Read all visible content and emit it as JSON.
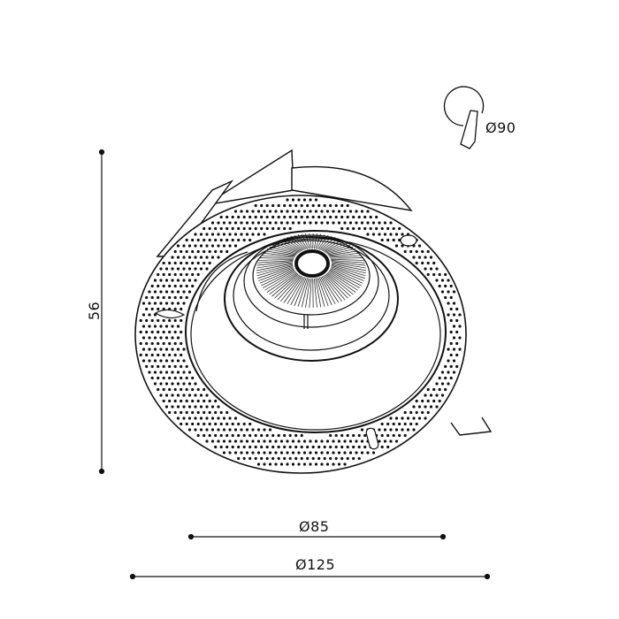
{
  "dimensions": {
    "height": "56",
    "inner_diameter": "Ø85",
    "outer_diameter": "Ø125",
    "cutout": "Ø90"
  },
  "icons": [
    "cutout-saw-icon"
  ],
  "colors": {
    "line": "#111111",
    "background": "#ffffff"
  }
}
